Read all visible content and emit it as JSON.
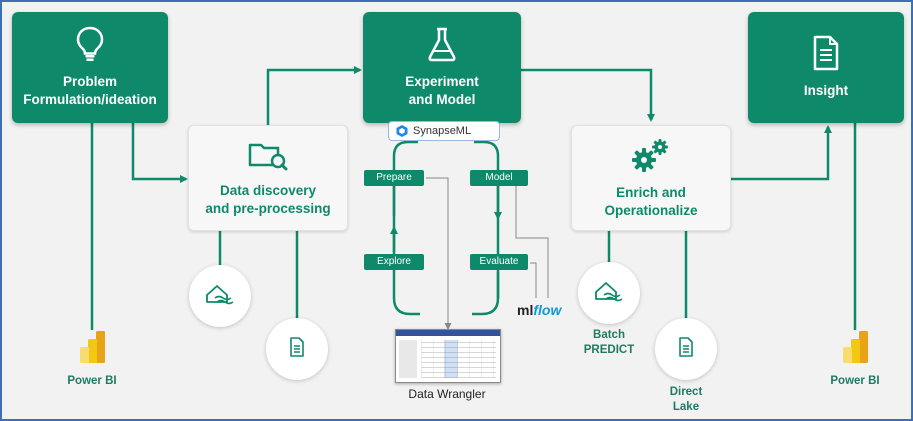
{
  "colors": {
    "accent": "#0e8a6b",
    "light_box": "#f7f7f7",
    "frame_border": "#3d6fb6",
    "mlflow_blue": "#0a9bd6"
  },
  "boxes": {
    "problem": {
      "label": "Problem\nFormulation/ideation",
      "icon": "lightbulb-icon"
    },
    "discovery": {
      "label": "Data discovery\nand pre-processing",
      "icon": "folder-search-icon"
    },
    "experiment": {
      "label": "Experiment\nand Model",
      "icon": "flask-icon"
    },
    "enrich": {
      "label": "Enrich and\nOperationalize",
      "icon": "gears-icon"
    },
    "insight": {
      "label": "Insight",
      "icon": "document-icon"
    }
  },
  "badge": {
    "label": "SynapseML",
    "icon": "synapseml-icon"
  },
  "steps": {
    "prepare": "Prepare",
    "model": "Model",
    "explore": "Explore",
    "evaluate": "Evaluate"
  },
  "mlflow": {
    "ml": "ml",
    "flow": "flow"
  },
  "captions": {
    "powerbi_left": "Power BI",
    "powerbi_right": "Power BI",
    "data_wrangler": "Data Wrangler",
    "batch_predict": "Batch\nPREDICT",
    "direct_lake": "Direct\nLake"
  },
  "circle_icons": {
    "discovery_lake": "lakehouse-icon",
    "discovery_file": "file-icon",
    "batch_lake": "lakehouse-icon",
    "direct_lake_file": "file-icon"
  }
}
